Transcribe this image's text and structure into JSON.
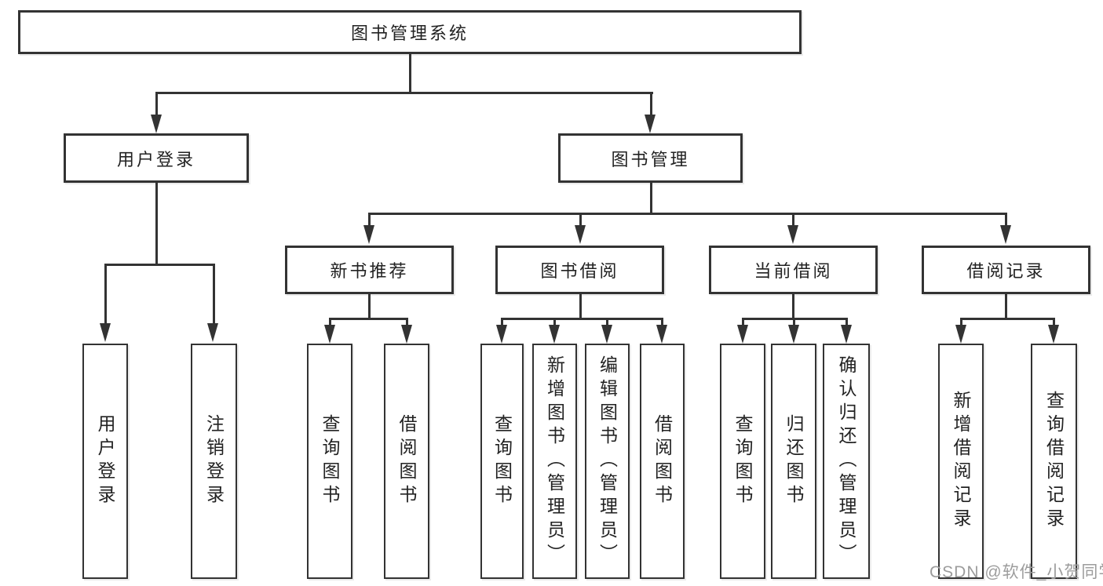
{
  "tree": {
    "root": {
      "label": "图书管理系统",
      "children": [
        {
          "label": "用户登录",
          "children": [
            {
              "label": "用户登录"
            },
            {
              "label": "注销登录"
            }
          ]
        },
        {
          "label": "图书管理",
          "children": [
            {
              "label": "新书推荐",
              "children": [
                {
                  "label": "查询图书"
                },
                {
                  "label": "借阅图书"
                }
              ]
            },
            {
              "label": "图书借阅",
              "children": [
                {
                  "label": "查询图书"
                },
                {
                  "label": "新增图书（管理员）"
                },
                {
                  "label": "编辑图书（管理员）"
                },
                {
                  "label": "借阅图书"
                }
              ]
            },
            {
              "label": "当前借阅",
              "children": [
                {
                  "label": "查询图书"
                },
                {
                  "label": "归还图书"
                },
                {
                  "label": "确认归还（管理员）"
                }
              ]
            },
            {
              "label": "借阅记录",
              "children": [
                {
                  "label": "新增借阅记录"
                },
                {
                  "label": "查询借阅记录"
                }
              ]
            }
          ]
        }
      ]
    }
  },
  "watermark": {
    "label": "CSDN @软件_小贺同学",
    "color": "#9c9c9c"
  },
  "colors": {
    "line": "#333333",
    "text": "#222222",
    "background": "#ffffff"
  }
}
